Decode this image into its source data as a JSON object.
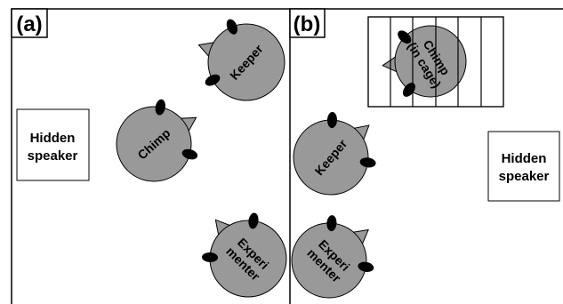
{
  "panels": [
    {
      "label": "(a)",
      "speaker": [
        "Hidden",
        "speaker"
      ],
      "agents": [
        {
          "lines": [
            "Keeper"
          ]
        },
        {
          "lines": [
            "Chimp"
          ]
        },
        {
          "lines": [
            "Experi",
            "menter"
          ]
        }
      ]
    },
    {
      "label": "(b)",
      "speaker": [
        "Hidden",
        "speaker"
      ],
      "agents": [
        {
          "lines": [
            "Chimp",
            "(in cage)"
          ]
        },
        {
          "lines": [
            "Keeper"
          ]
        },
        {
          "lines": [
            "Experi",
            "menter"
          ]
        }
      ]
    }
  ],
  "colors": {
    "head_fill": "#999999",
    "eye_fill": "#000000",
    "line": "#000000",
    "background": "#ffffff"
  }
}
